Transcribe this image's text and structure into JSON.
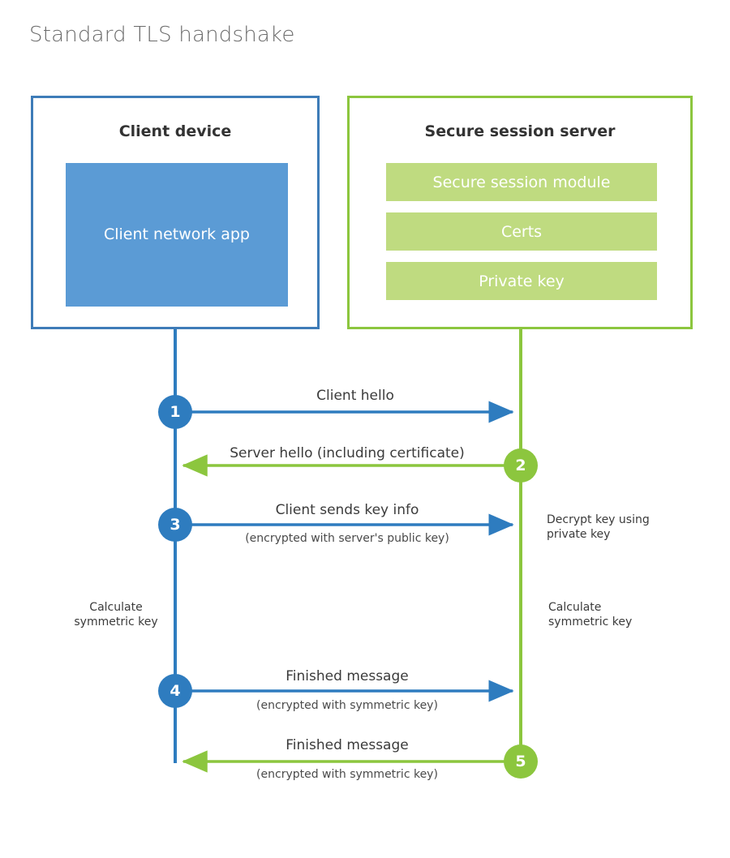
{
  "title": "Standard TLS handshake",
  "colors": {
    "client_border": "#3E7CB8",
    "client_fill": "#5B9BD5",
    "client_accent": "#2E7CBF",
    "server_border": "#8CC63E",
    "server_fill": "#BFDB80",
    "server_accent": "#8CC63E",
    "title_text": "#6b6b6b",
    "body_text": "#3b3b3b",
    "background": "#ffffff"
  },
  "client": {
    "title": "Client device",
    "app_label": "Client network app"
  },
  "server": {
    "title": "Secure session server",
    "components": [
      {
        "label": "Secure session module"
      },
      {
        "label": "Certs"
      },
      {
        "label": "Private key"
      }
    ]
  },
  "steps": [
    {
      "number": "1",
      "label": "Client hello",
      "sublabel": "",
      "direction": "client-to-server",
      "actor": "client"
    },
    {
      "number": "2",
      "label": "Server hello (including certificate)",
      "sublabel": "",
      "direction": "server-to-client",
      "actor": "server"
    },
    {
      "number": "3",
      "label": "Client sends key info",
      "sublabel": "(encrypted with server's public key)",
      "direction": "client-to-server",
      "actor": "client"
    },
    {
      "number": "4",
      "label": "Finished message",
      "sublabel": "(encrypted with symmetric key)",
      "direction": "client-to-server",
      "actor": "client"
    },
    {
      "number": "5",
      "label": "Finished message",
      "sublabel": "(encrypted with symmetric key)",
      "direction": "server-to-client",
      "actor": "server"
    }
  ],
  "annotations": {
    "server_decrypt": "Decrypt key using\nprivate key",
    "client_calculate": "Calculate\nsymmetric key",
    "server_calculate": "Calculate\nsymmetric key"
  }
}
